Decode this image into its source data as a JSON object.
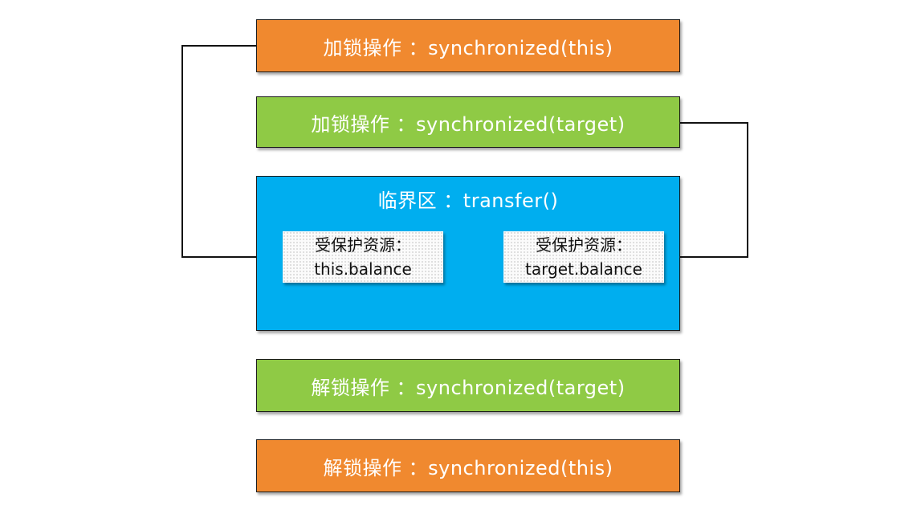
{
  "blocks": {
    "lock_this": "加锁操作 ：synchronized(this)",
    "lock_target": "加锁操作 ：synchronized(target)",
    "critical_title": "临界区 ：transfer()",
    "unlock_target": "解锁操作 ：synchronized(target)",
    "unlock_this": "解锁操作 ：synchronized(this)"
  },
  "resources": [
    {
      "label": "受保护资源：",
      "value": "this.balance"
    },
    {
      "label": "受保护资源：",
      "value": "target.balance"
    }
  ],
  "colors": {
    "orange": "#f0892f",
    "green": "#8fca45",
    "blue": "#00aeef",
    "line": "#111111"
  }
}
